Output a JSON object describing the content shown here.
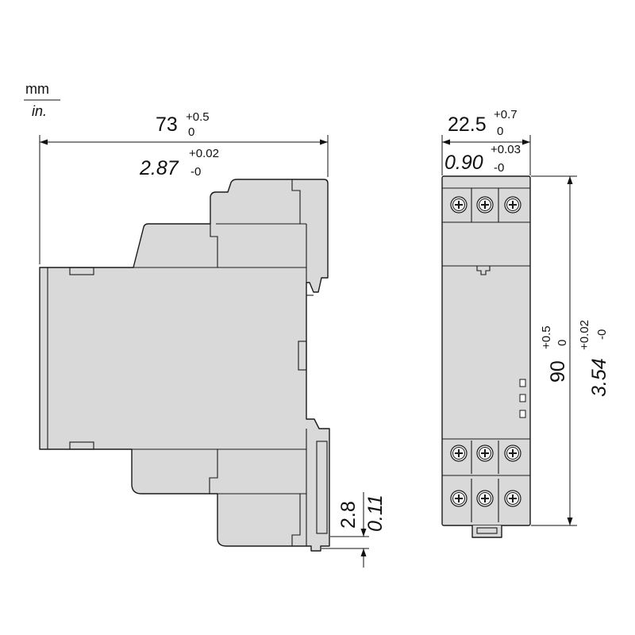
{
  "units": {
    "primary": "mm",
    "secondary": "in."
  },
  "dimensions": {
    "width": {
      "mm": {
        "value": "73",
        "upper": "+0.5",
        "lower": "0"
      },
      "in": {
        "value": "2.87",
        "upper": "+0.02",
        "lower": "-0"
      }
    },
    "depth": {
      "mm": {
        "value": "22.5",
        "upper": "+0.7",
        "lower": "0"
      },
      "in": {
        "value": "0.90",
        "upper": "+0.03",
        "lower": "-0"
      }
    },
    "height": {
      "mm": {
        "value": "90",
        "upper": "+0.5",
        "lower": "0"
      },
      "in": {
        "value": "3.54",
        "upper": "+0.02",
        "lower": "-0"
      }
    },
    "clip": {
      "mm": "2.8",
      "in": "0.11"
    }
  },
  "colors": {
    "body": "#d9d9d9",
    "outline": "#1a1a1a"
  }
}
